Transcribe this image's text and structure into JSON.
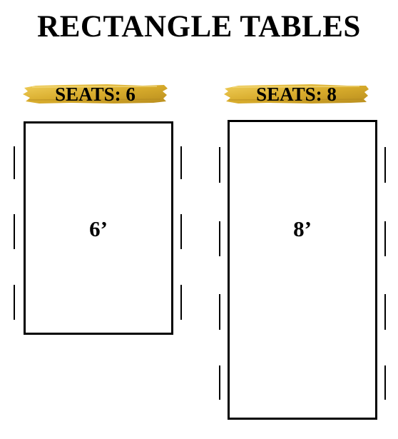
{
  "title": "RECTANGLE TABLES",
  "accent_color": "#D8AC2C",
  "tables": [
    {
      "seats_label": "SEATS: 6",
      "size_label": "6’",
      "seats": 6
    },
    {
      "seats_label": "SEATS: 8",
      "size_label": "8’",
      "seats": 8
    }
  ]
}
